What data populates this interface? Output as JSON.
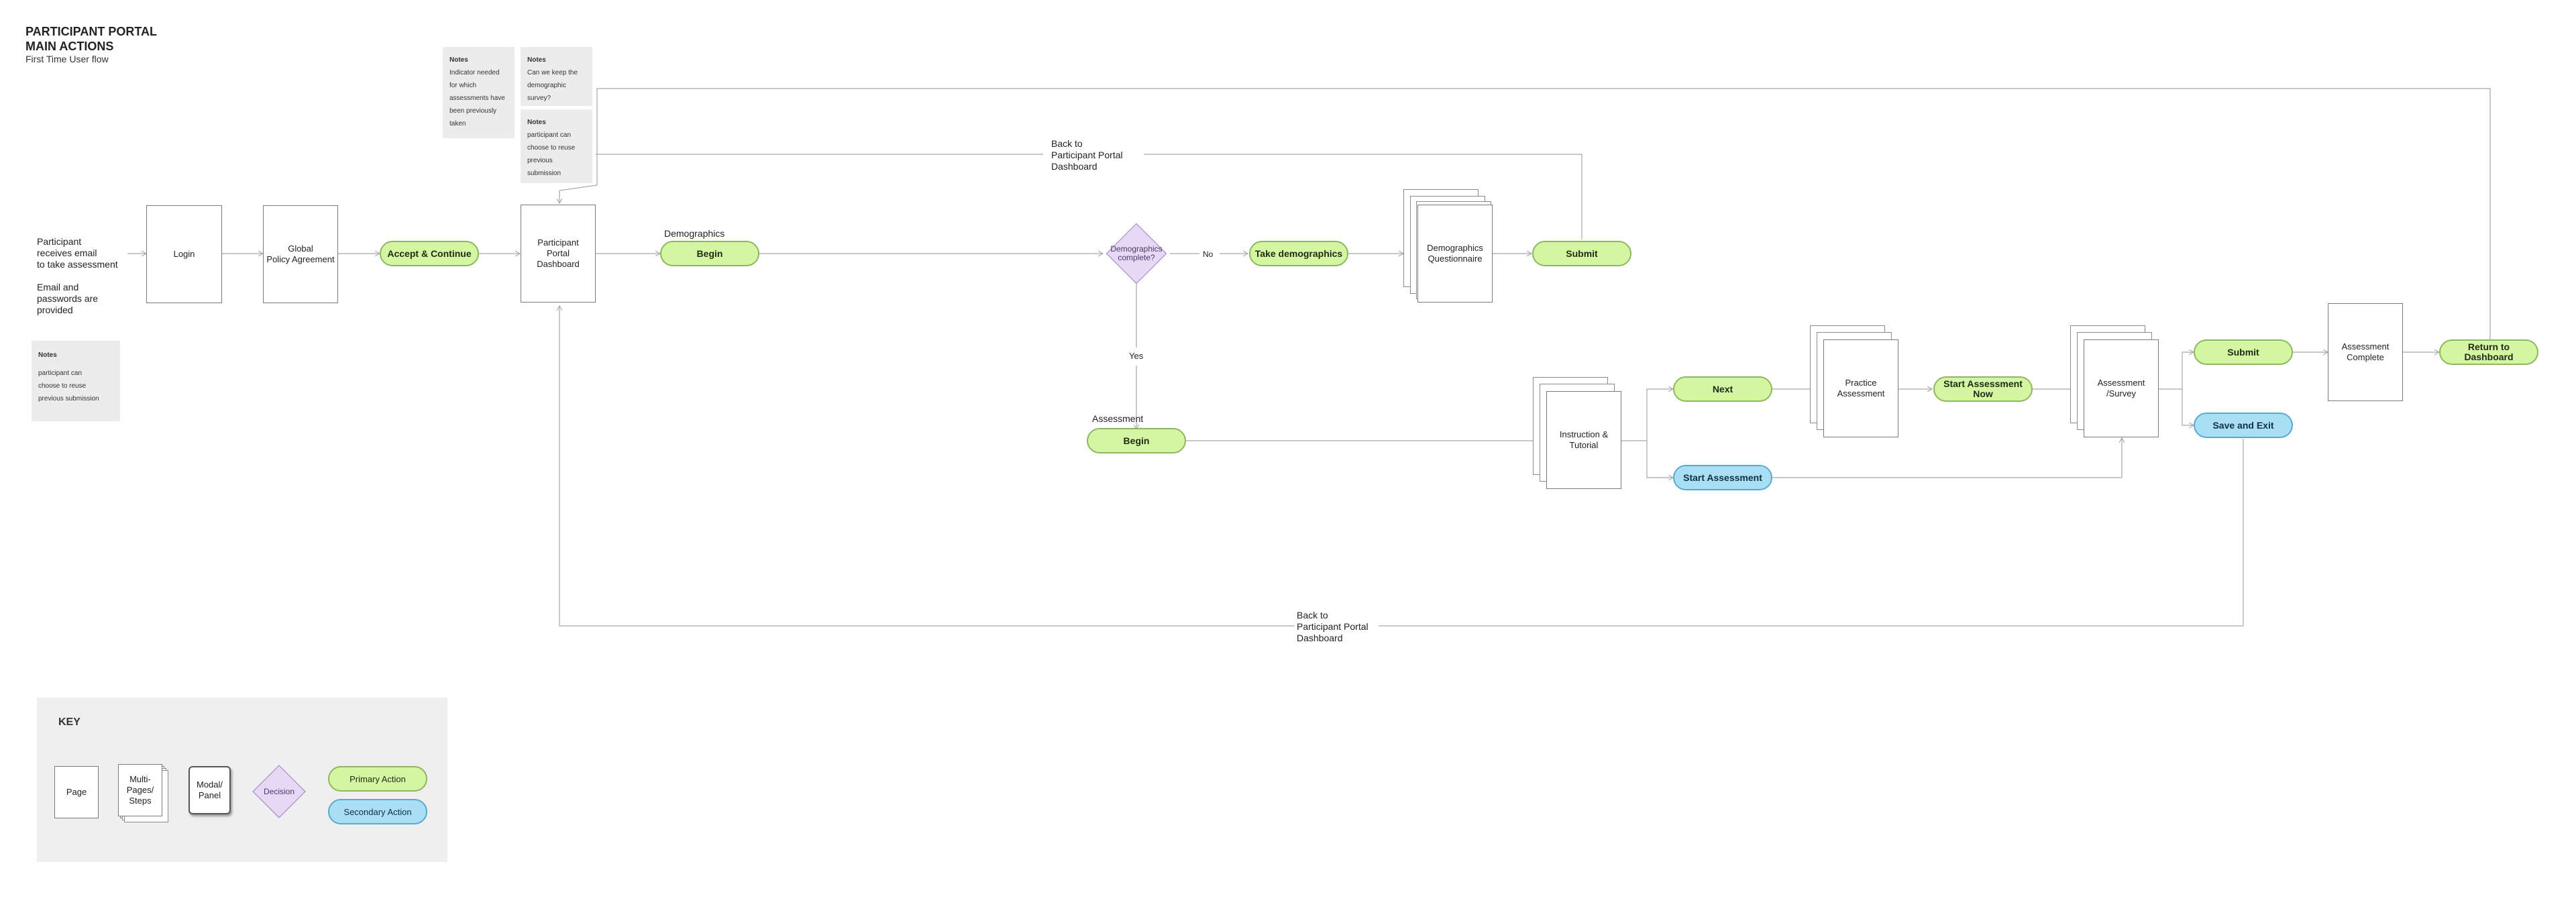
{
  "header": {
    "title_line1": "PARTICIPANT PORTAL",
    "title_line2": "MAIN ACTIONS",
    "subtitle": "First Time User flow"
  },
  "intro": {
    "line1": "Participant",
    "line2": "receives email",
    "line3": "to take assessment",
    "creds1": "Email and",
    "creds2": "passwords are",
    "creds3": "provided"
  },
  "notes": {
    "left": {
      "title": "Notes",
      "body": "participant can\nchoose to reuse\nprevious submission"
    },
    "top1": {
      "title": "Notes",
      "body": "Indicator needed\nfor which\nassessments have\nbeen previously\ntaken"
    },
    "top2": {
      "title": "Notes",
      "body": "Can we keep the\ndemographic\nsurvey?"
    },
    "top3": {
      "title": "Notes",
      "body": "participant can\nchoose to reuse\nprevious\nsubmission"
    }
  },
  "pages": {
    "login": "Login",
    "gpa_line1": "Global",
    "gpa_line2": "Policy Agreement",
    "dash_line1": "Participant",
    "dash_line2": "Portal",
    "dash_line3": "Dashboard",
    "demo_q_line1": "Demographics",
    "demo_q_line2": "Questionnaire",
    "instr_line1": "Instruction &",
    "instr_line2": "Tutorial",
    "practice_line1": "Practice",
    "practice_line2": "Assessment",
    "survey_line1": "Assessment",
    "survey_line2": "/Survey",
    "complete_line1": "Assessment",
    "complete_line2": "Complete"
  },
  "actions": {
    "accept": "Accept & Continue",
    "begin_demo": "Begin",
    "take_demo": "Take demographics",
    "submit_demo": "Submit",
    "begin_assess": "Begin",
    "next": "Next",
    "start_assessment": "Start Assessment",
    "start_now_line1": "Start Assessment",
    "start_now_line2": "Now",
    "submit_assess": "Submit",
    "save_exit": "Save and Exit",
    "return_line1": "Return to",
    "return_line2": "Dashboard"
  },
  "labels": {
    "demographics": "Demographics",
    "assessment": "Assessment",
    "no": "No",
    "yes": "Yes",
    "back_top_1": "Back to",
    "back_top_2": "Participant Portal",
    "back_top_3": "Dashboard",
    "back_bottom_1": "Back to",
    "back_bottom_2": "Participant Portal",
    "back_bottom_3": "Dashboard"
  },
  "decision": {
    "line1": "Demographics",
    "line2": "complete?"
  },
  "key": {
    "title": "KEY",
    "page": "Page",
    "multi_line1": "Multi-",
    "multi_line2": "Pages/",
    "multi_line3": "Steps",
    "modal_line1": "Modal/",
    "modal_line2": "Panel",
    "decision": "Decision",
    "primary": "Primary Action",
    "secondary": "Secondary Action"
  },
  "colors": {
    "primary_fill": "#d4f5a1",
    "primary_border": "#8db860",
    "secondary_fill": "#a8dff5",
    "secondary_border": "#5aa9cf",
    "decision_fill": "#e6d9f5",
    "note_fill": "#ececec",
    "connector": "#a0a0a0"
  }
}
